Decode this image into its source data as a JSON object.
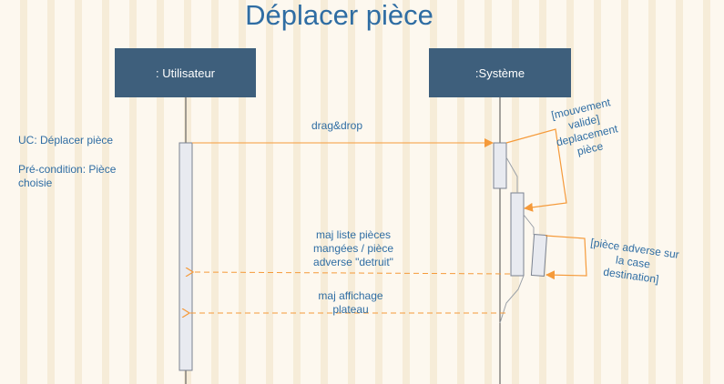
{
  "title": "Déplacer pièce",
  "lifelines": {
    "user": ": Utilisateur",
    "system": ":Système"
  },
  "notes": {
    "uc": "UC: Déplacer pièce",
    "precondition_line1": "Pré-condition: Pièce",
    "precondition_line2": "choisie"
  },
  "messages": {
    "drag": "drag&drop",
    "maj_liste": [
      "maj liste pièces",
      "mangées / pièce",
      "adverse \"detruit\""
    ],
    "maj_affichage": [
      "maj affichage",
      "plateau"
    ]
  },
  "guards": {
    "mouvement": [
      "[mouvement",
      "valide]",
      "deplacement",
      "pièce"
    ],
    "piece_adverse": [
      "[pièce adverse sur",
      "la case",
      "destination]"
    ]
  },
  "colors": {
    "title": "#2f6da3",
    "actor_bg": "#3e5f7c",
    "arrow": "#f59a3a",
    "activation_fill": "#e8eaf0",
    "activation_stroke": "#7a8290"
  }
}
